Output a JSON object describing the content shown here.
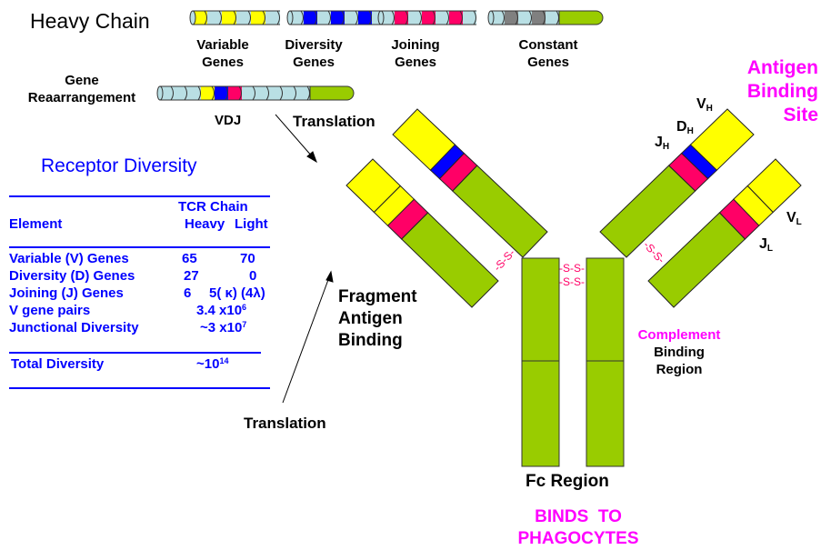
{
  "title": "Heavy Chain",
  "colors": {
    "variable": "#ffff00",
    "diversity": "#0000ff",
    "joining": "#ff0066",
    "constant_gray": "#808080",
    "spacer": "#b9dfe4",
    "constant": "#99cc00",
    "text_blue": "#0000ff",
    "text_magenta": "#ff00ff",
    "ss_bond": "#ff0066"
  },
  "gene_groups": [
    {
      "label_line1": "Variable",
      "label_line2": "Genes",
      "segments": [
        "variable",
        "spacer",
        "variable",
        "spacer",
        "variable",
        "spacer"
      ]
    },
    {
      "label_line1": "Diversity",
      "label_line2": "Genes",
      "segments": [
        "spacer",
        "diversity",
        "spacer",
        "diversity",
        "spacer",
        "diversity",
        "spacer"
      ]
    },
    {
      "label_line1": "Joining",
      "label_line2": "Genes",
      "segments": [
        "spacer",
        "joining",
        "spacer",
        "joining",
        "spacer",
        "joining",
        "spacer"
      ]
    },
    {
      "label_line1": "Constant",
      "label_line2": "Genes",
      "segments": [
        "spacer",
        "constant_gray",
        "spacer",
        "constant_gray",
        "spacer",
        "constant"
      ]
    }
  ],
  "rearrangement": {
    "label_line1": "Gene",
    "label_line2": "Reaarrangement",
    "segments": [
      "spacer",
      "spacer",
      "spacer",
      "variable",
      "diversity",
      "joining",
      "spacer",
      "spacer",
      "spacer",
      "spacer",
      "spacer",
      "constant"
    ],
    "sublabel": "VDJ"
  },
  "translation_top": "Translation",
  "translation_bottom": "Translation",
  "receptor_table": {
    "title": "Receptor Diversity",
    "group_header": "TCR Chain",
    "col_element": "Element",
    "col_heavy": "Heavy",
    "col_light": "Light",
    "rows": [
      {
        "element": "Variable (V) Genes",
        "heavy": "65",
        "light": "70"
      },
      {
        "element": "Diversity (D) Genes",
        "heavy": "27",
        "light": "0"
      },
      {
        "element": "Joining (J) Genes",
        "heavy": "6",
        "light": "5( κ) (4λ)"
      }
    ],
    "v_gene_pairs": {
      "label": "V gene pairs",
      "base": "3.4 x10",
      "exp": "6"
    },
    "junctional": {
      "label": "Junctional Diversity",
      "base": "~3 x10",
      "exp": "7"
    },
    "total": {
      "label": "Total Diversity",
      "base": "~10",
      "exp": "14"
    }
  },
  "labels": {
    "fab_line1": "Fragment",
    "fab_line2": "Antigen",
    "fab_line3": "Binding",
    "antigen_site_line1": "Antigen",
    "antigen_site_line2": "Binding",
    "antigen_site_line3": "Site",
    "vh": "V",
    "vh_sub": "H",
    "dh": "D",
    "dh_sub": "H",
    "jh": "J",
    "jh_sub": "H",
    "vl": "V",
    "vl_sub": "L",
    "jl": "J",
    "jl_sub": "L",
    "complement_line1": "Complement",
    "complement_line2": "Binding",
    "complement_line3": "Region",
    "fc": "Fc Region",
    "phago_line1": "BINDS  TO",
    "phago_line2": "PHAGOCYTES",
    "ss": "-S-S-",
    "ss_arm": "-S-S-"
  },
  "arms": [
    {
      "name": "left-heavy-chain-arm",
      "segments": [
        [
          "variable",
          0.29
        ],
        [
          "diversity",
          0.36
        ],
        [
          "joining",
          0.46
        ],
        [
          "constant",
          1
        ]
      ]
    },
    {
      "name": "left-light-chain-arm",
      "segments": [
        [
          "variable",
          0.22
        ],
        [
          "variable",
          0.33
        ],
        [
          "joining",
          0.44
        ],
        [
          "constant",
          1
        ]
      ]
    },
    {
      "name": "right-heavy-chain-arm",
      "segments": [
        [
          "variable",
          0.29
        ],
        [
          "diversity",
          0.36
        ],
        [
          "joining",
          0.46
        ],
        [
          "constant",
          1
        ]
      ]
    },
    {
      "name": "right-light-chain-arm",
      "segments": [
        [
          "variable",
          0.22
        ],
        [
          "variable",
          0.33
        ],
        [
          "joining",
          0.44
        ],
        [
          "constant",
          1
        ]
      ]
    }
  ]
}
